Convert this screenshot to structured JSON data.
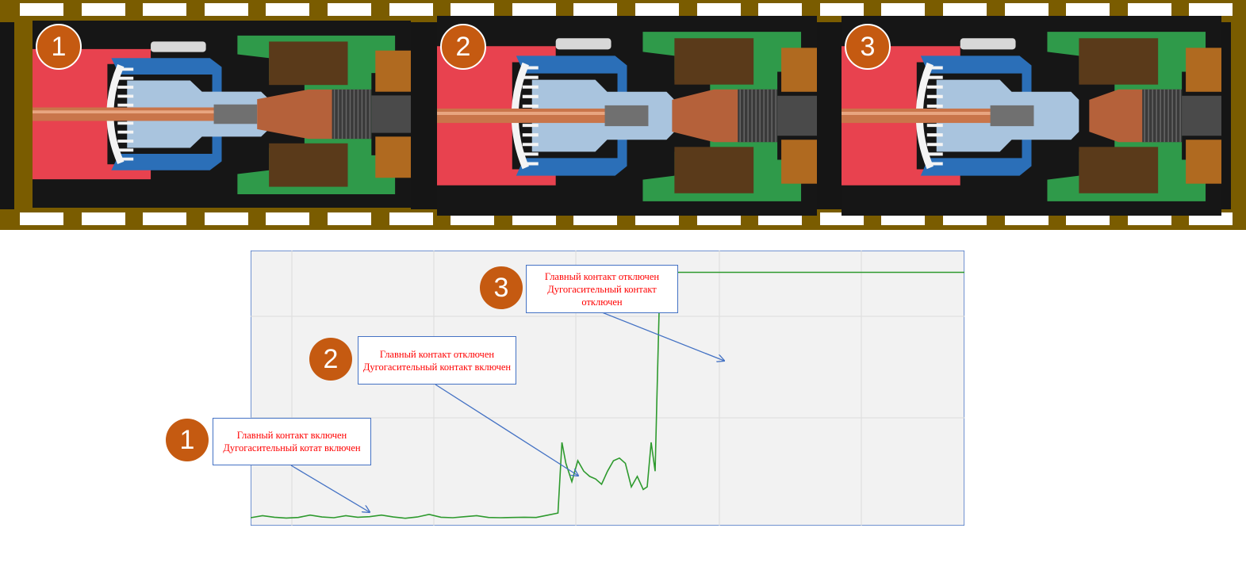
{
  "frames": [
    {
      "badge": "1"
    },
    {
      "badge": "2"
    },
    {
      "badge": "3"
    }
  ],
  "colors": {
    "film": "#7a5c00",
    "badge": "#c55a11",
    "red_part": "#e8424f",
    "blue_part": "#2b6fb8",
    "green_part": "#2f9a4a",
    "light_blue_part": "#a9c4de",
    "copper": "#c9754a",
    "chart_line": "#2e9a2e",
    "chart_border": "#4472c4",
    "callout_text": "#ff0000"
  },
  "callouts": [
    {
      "badge": "1",
      "line1": "Главный контакт включен",
      "line2": "Дугогасительный котат включен"
    },
    {
      "badge": "2",
      "line1": "Главный контакт отключен",
      "line2": "Дугогасительный контакт включен"
    },
    {
      "badge": "3",
      "line1": "Главный контакт отключен",
      "line2": "Дугогасительный контакт отключен"
    }
  ],
  "chart_data": {
    "type": "line",
    "grid": true,
    "xlim": [
      0,
      100
    ],
    "ylim": [
      0,
      100
    ],
    "series": [
      {
        "x": [
          0,
          3,
          6,
          9,
          12,
          15,
          18,
          21,
          24,
          27,
          30,
          33,
          36,
          39,
          42,
          45,
          48,
          51,
          54,
          57,
          60,
          63,
          66,
          69,
          72,
          75,
          77.5,
          78.5,
          79.5,
          81,
          82.5,
          84,
          85.5,
          87,
          88.5,
          90,
          91.5,
          93,
          94.5,
          96,
          97.5,
          99,
          100,
          101,
          102,
          102.5,
          103,
          104,
          105.5,
          108,
          112,
          116,
          120,
          125,
          130,
          140,
          150,
          160,
          170,
          180
        ],
        "y": [
          1.2,
          2.0,
          1.4,
          1.1,
          1.3,
          2.2,
          1.5,
          1.2,
          2.0,
          1.4,
          1.6,
          2.2,
          1.5,
          1.0,
          1.5,
          2.5,
          1.4,
          1.2,
          1.6,
          2.0,
          1.3,
          1.2,
          1.3,
          1.4,
          1.3,
          2.2,
          3.0,
          30.0,
          22.0,
          15.0,
          23.0,
          19.0,
          17.0,
          16.0,
          14.0,
          19.0,
          23.0,
          24.0,
          22.0,
          13.0,
          17.0,
          12.0,
          13.0,
          30.0,
          19.0,
          50.0,
          80.0,
          95.0,
          95.0,
          95.0,
          95.0,
          95.0,
          95.0,
          95.0,
          95.0,
          95.0,
          95.0,
          95.0,
          95.0,
          95.0
        ]
      }
    ]
  }
}
